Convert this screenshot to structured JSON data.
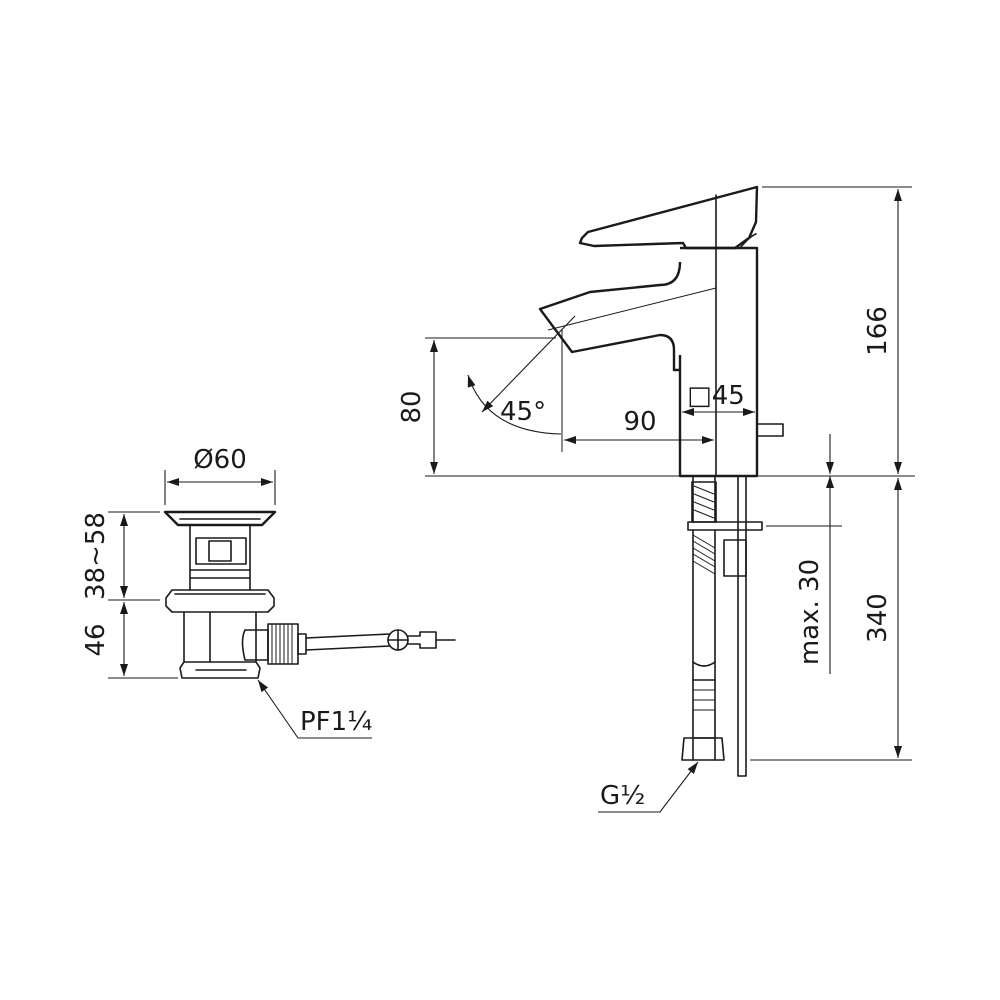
{
  "drain": {
    "diameter_label": "Ø60",
    "height_range_label": "38~58",
    "lower_height_label": "46",
    "thread_label": "PF1¼"
  },
  "faucet": {
    "spout_height_label": "80",
    "angle_label": "45°",
    "reach_label": "90",
    "body_size_label": "□45",
    "total_height_label": "166",
    "max_deck_label": "max. 30",
    "hose_length_label": "340",
    "connection_label": "G½"
  }
}
